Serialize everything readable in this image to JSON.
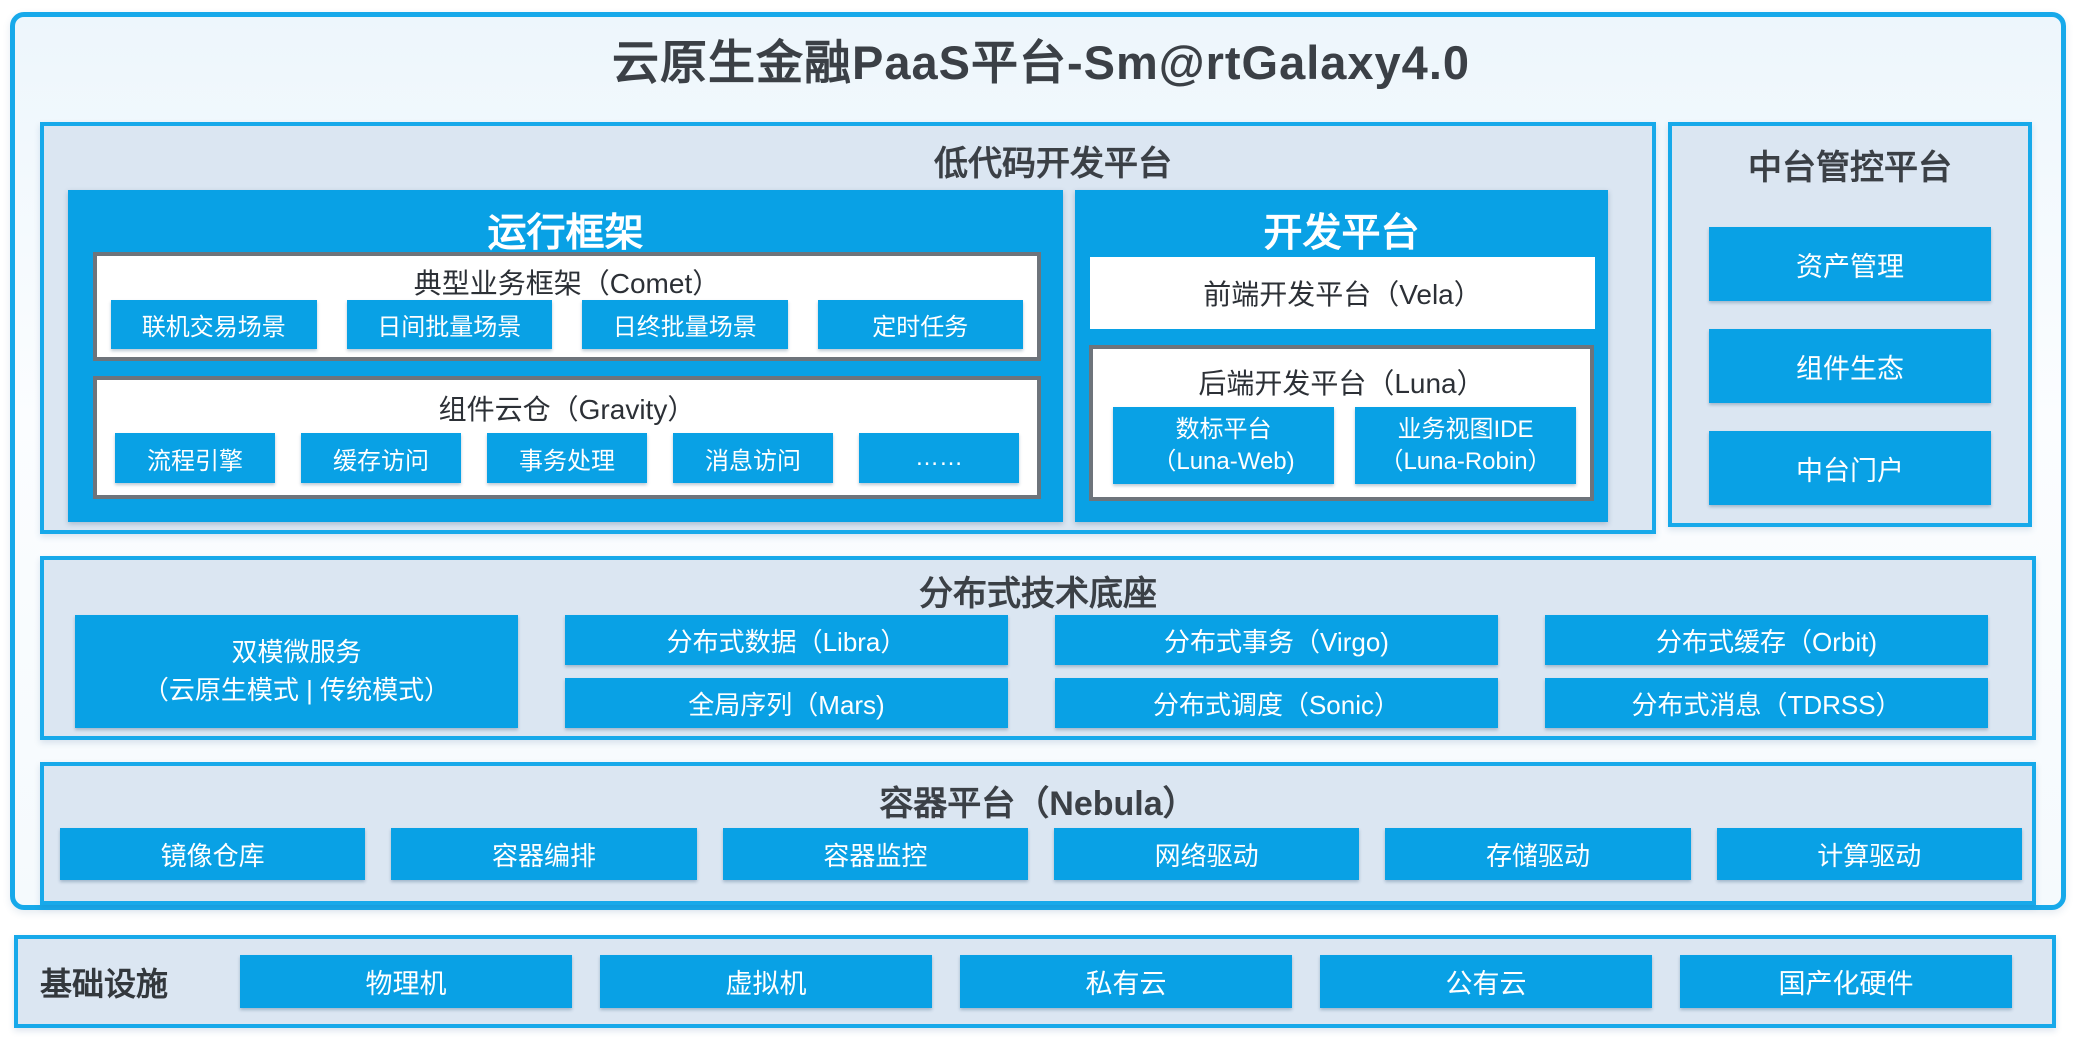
{
  "page": {
    "title": "云原生金融PaaS平台-Sm@rtGalaxy4.0"
  },
  "colors": {
    "accent_blue": "#09a1e5",
    "border_cyan": "#17a9ea",
    "panel_bg": "#dbe6f2",
    "dark_text": "#3b4046",
    "gray_border": "#6e747b"
  },
  "lowcode": {
    "title": "低代码开发平台",
    "runtime": {
      "title": "运行框架",
      "comet": {
        "title": "典型业务框架（Comet）",
        "items": [
          "联机交易场景",
          "日间批量场景",
          "日终批量场景",
          "定时任务"
        ]
      },
      "gravity": {
        "title": "组件云仓（Gravity）",
        "items": [
          "流程引擎",
          "缓存访问",
          "事务处理",
          "消息访问",
          "……"
        ]
      }
    },
    "dev": {
      "title": "开发平台",
      "vela": "前端开发平台（Vela）",
      "luna": {
        "title": "后端开发平台（Luna）",
        "items": [
          {
            "line1": "数标平台",
            "line2": "（Luna-Web)"
          },
          {
            "line1": "业务视图IDE",
            "line2": "（Luna-Robin）"
          }
        ]
      }
    }
  },
  "governance": {
    "title": "中台管控平台",
    "items": [
      "资产管理",
      "组件生态",
      "中台门户"
    ]
  },
  "distributed": {
    "title": "分布式技术底座",
    "dual_mode": {
      "line1": "双模微服务",
      "line2": "（云原生模式 | 传统模式）"
    },
    "grid": [
      "分布式数据（Libra）",
      "全局序列（Mars)",
      "分布式事务（Virgo)",
      "分布式调度（Sonic）",
      "分布式缓存（Orbit)",
      "分布式消息（TDRSS）"
    ]
  },
  "container_platform": {
    "title": "容器平台（Nebula）",
    "items": [
      "镜像仓库",
      "容器编排",
      "容器监控",
      "网络驱动",
      "存储驱动",
      "计算驱动"
    ]
  },
  "infrastructure": {
    "title": "基础设施",
    "items": [
      "物理机",
      "虚拟机",
      "私有云",
      "公有云",
      "国产化硬件"
    ]
  }
}
